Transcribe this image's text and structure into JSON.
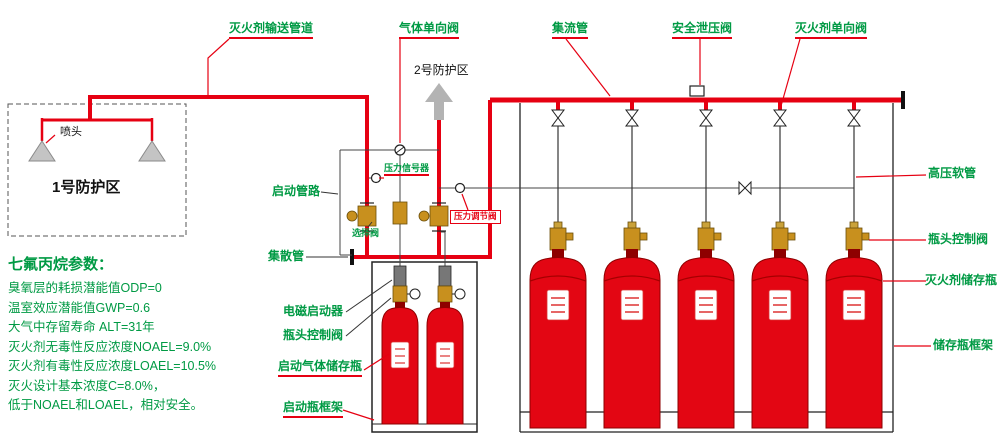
{
  "colors": {
    "pipe_red": "#e60012",
    "label_green": "#009a44",
    "cylinder_red": "#e30613",
    "brass": "#c8901e",
    "gray_arrow": "#b3b3b3",
    "leader_red": "#e60012",
    "text_black": "#111111"
  },
  "labels": {
    "agent_delivery_pipe": "灭火剂输送管道",
    "gas_check_valve": "气体单向阀",
    "zone2": "2号防护区",
    "collecting_pipe": "集流管",
    "safety_relief_valve": "安全泄压阀",
    "agent_check_valve": "灭火剂单向阀",
    "nozzle": "喷头",
    "zone1": "1号防护区",
    "start_pipeline": "启动管路",
    "pressure_signal": "压力信号器",
    "selector_valve": "选择阀",
    "pressure_regulator": "压力调节阀",
    "distribution_pipe": "集散管",
    "solenoid_actuator": "电磁启动器",
    "starter_head_valve": "瓶头控制阀",
    "starter_gas_bottle": "启动气体储存瓶",
    "starter_bottle_frame": "启动瓶框架",
    "hp_hose": "高压软管",
    "head_control_valve": "瓶头控制阀",
    "agent_storage_bottle": "灭火剂储存瓶",
    "storage_bottle_frame": "储存瓶框架"
  },
  "params": {
    "title": "七氟丙烷参数：",
    "lines": [
      "臭氧层的耗损潜能值ODP=0",
      "温室效应潜能值GWP=0.6",
      "大气中存留寿命 ALT=31年",
      "灭火剂无毒性反应浓度NOAEL=9.0%",
      "灭火剂有毒性反应浓度LOAEL=10.5%",
      "灭火设计基本浓度C=8.0%，",
      "低于NOAEL和LOAEL，相对安全。"
    ]
  }
}
